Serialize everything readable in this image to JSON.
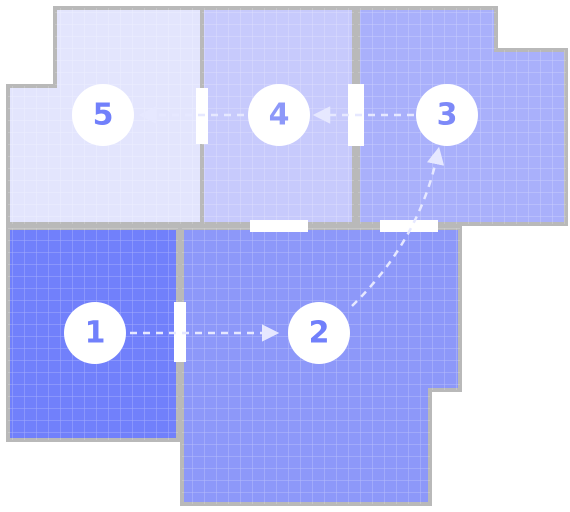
{
  "colors": {
    "wall": "#b9b9b9",
    "grid": "#ffffff",
    "marker_fill": "#ffffff",
    "arrow": "#e6e8ff"
  },
  "rooms": [
    {
      "id": "room-1",
      "fill": "#7180fb"
    },
    {
      "id": "room-2",
      "fill": "#8d98f9"
    },
    {
      "id": "room-3",
      "fill": "#a9b0fb"
    },
    {
      "id": "room-4",
      "fill": "#c7cafc"
    },
    {
      "id": "room-5",
      "fill": "#e3e5fd"
    }
  ],
  "markers": [
    {
      "label": "1",
      "color": "#7180fb"
    },
    {
      "label": "2",
      "color": "#7180fb"
    },
    {
      "label": "3",
      "color": "#7d89f8"
    },
    {
      "label": "4",
      "color": "#8d98f9"
    },
    {
      "label": "5",
      "color": "#7180fb"
    }
  ],
  "route": [
    "1",
    "2",
    "3",
    "4",
    "5"
  ]
}
